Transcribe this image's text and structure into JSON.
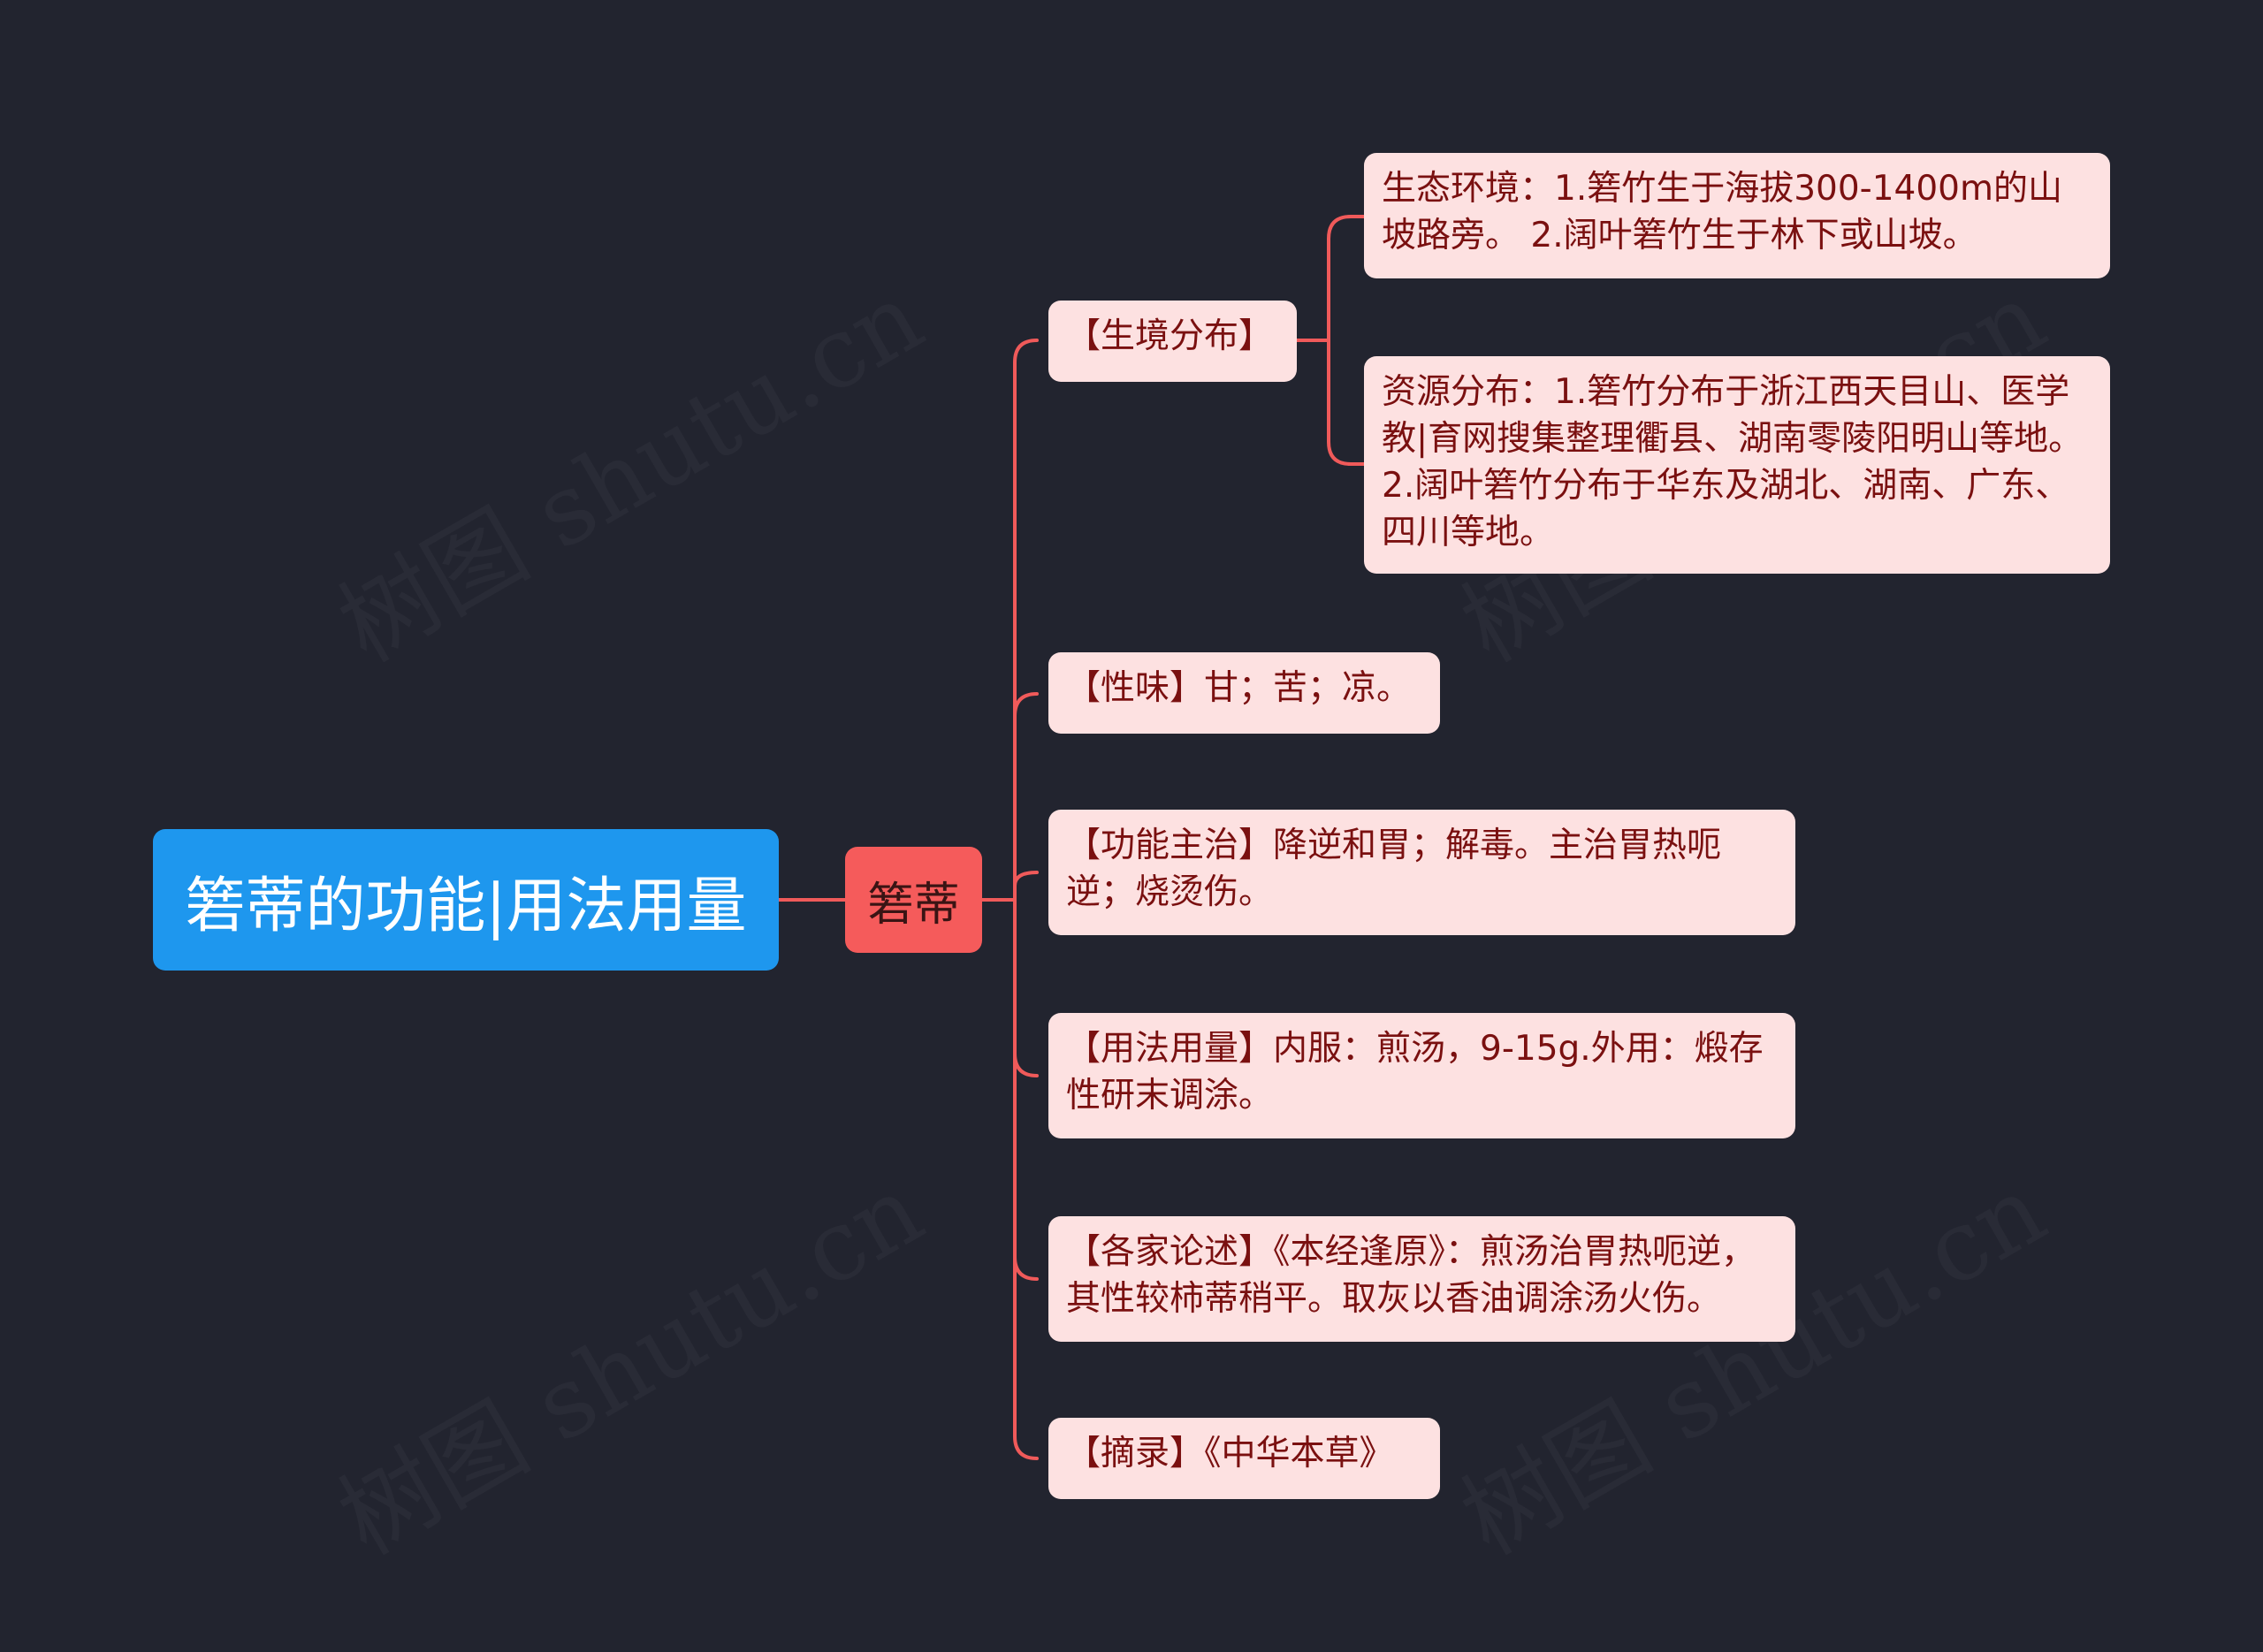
{
  "root": {
    "title": "箬蒂的功能|用法用量"
  },
  "hub": {
    "label": "箬蒂"
  },
  "branches": [
    {
      "label": "【生境分布】",
      "children": [
        "生态环境：1.箬竹生于海拔300-1400m的山坡路旁。 2.阔叶箬竹生于林下或山坡。",
        "资源分布：1.箬竹分布于浙江西天目山、医学教|育网搜集整理衢县、湖南零陵阳明山等地。 2.阔叶箬竹分布于华东及湖北、湖南、广东、四川等地。"
      ]
    },
    {
      "label": "【性味】甘；苦；凉。"
    },
    {
      "label": "【功能主治】降逆和胃；解毒。主治胃热呃逆；烧烫伤。"
    },
    {
      "label": "【用法用量】内服：煎汤，9-15g.外用：煅存性研末调涂。"
    },
    {
      "label": "【各家论述】《本经逢原》：煎汤治胃热呃逆，其性较柿蒂稍平。取灰以香油调涂汤火伤。"
    },
    {
      "label": "【摘录】《中华本草》"
    }
  ],
  "watermark": "树图 shutu.cn",
  "colors": {
    "background": "#22242f",
    "root": "#1e97ee",
    "hub": "#f55b5b",
    "leaf": "#fde1e1",
    "leaf_text": "#7a1010",
    "link": "#f05a5a"
  }
}
